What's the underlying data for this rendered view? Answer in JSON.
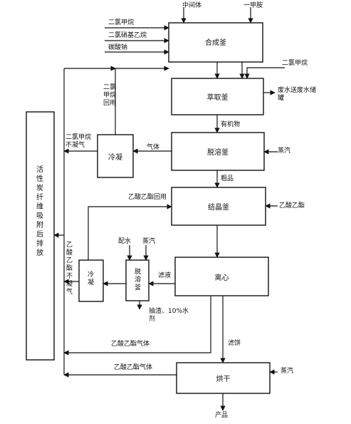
{
  "units": {
    "synthesis": "合成釜",
    "extraction": "萃取釜",
    "desolvent1": "脱溶釜",
    "crystallizer": "结晶釜",
    "centrifuge": "离心",
    "dryer": "烘干",
    "condenser1": "冷凝",
    "condenser2": "冷凝",
    "desolvent2": "脱溶釜",
    "carbon_adsorb": "活性炭纤维吸附后排放"
  },
  "labels": {
    "intermediate": "中间体",
    "methylamine": "一甲胺",
    "dcm_in1": "二氯甲烷",
    "dichloronitroethane": "二氯硝基乙烷",
    "sodium_carbonate": "碳酸钠",
    "dcm_in2": "二氯甲烷",
    "wastewater": "废水送废水储罐",
    "dcm_recycle": "二氯甲烷回用",
    "organic": "有机物",
    "dcm_noncond": "二氯甲烷不凝气",
    "gas": "气体",
    "steam1": "蒸汽",
    "crude": "粗品",
    "ea_recycle": "乙酸乙酯回用",
    "ethyl_acetate": "乙酸乙酯",
    "ea_noncond": "乙酸乙酯不凝气",
    "water_mix": "配水",
    "steam2": "蒸汽",
    "filtrate": "滤液",
    "residue": "抽渣、10%水剂",
    "filter_cake": "滤饼",
    "ea_gas1": "乙酸乙酯气体",
    "ea_gas2": "乙酸乙酯气体",
    "steam3": "蒸汽",
    "product": "产品"
  }
}
